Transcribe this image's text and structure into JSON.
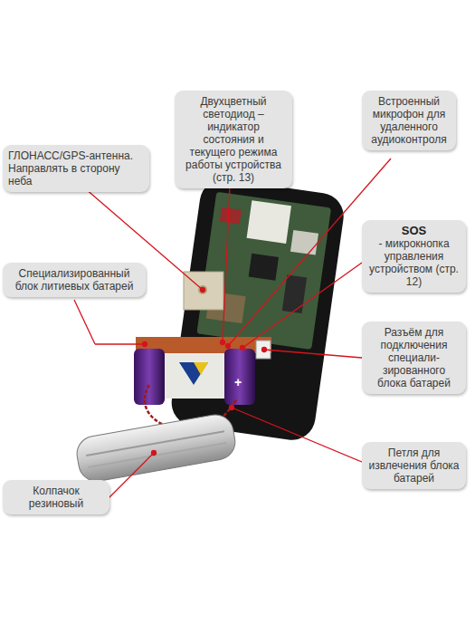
{
  "diagram": {
    "nodes": [
      {
        "text": [
          "Двухцветный светодиод –индикатор состояния и текущего режима работы устройства (стр. 13)"
        ]
      },
      {
        "text": [
          "Встроенный микрофон для удаленного аудиоконтроля"
        ]
      },
      {
        "text": [
          "ГЛОНАСС/GPS-антенна. Направлять в сторону неба"
        ]
      },
      {
        "text": [
          "SOS",
          "- микрокнопка управления устройством (стр. 12)"
        ]
      },
      {
        "text": [
          "Специализированный блок литиевых батарей"
        ]
      },
      {
        "text": [
          "Разъём для подключения специали- зированного блока батарей"
        ]
      },
      {
        "text": [
          "Петля для извлечения блока батарей"
        ]
      },
      {
        "text": [
          "Колпачок резиновый"
        ]
      }
    ],
    "labels": [
      "+"
    ]
  }
}
